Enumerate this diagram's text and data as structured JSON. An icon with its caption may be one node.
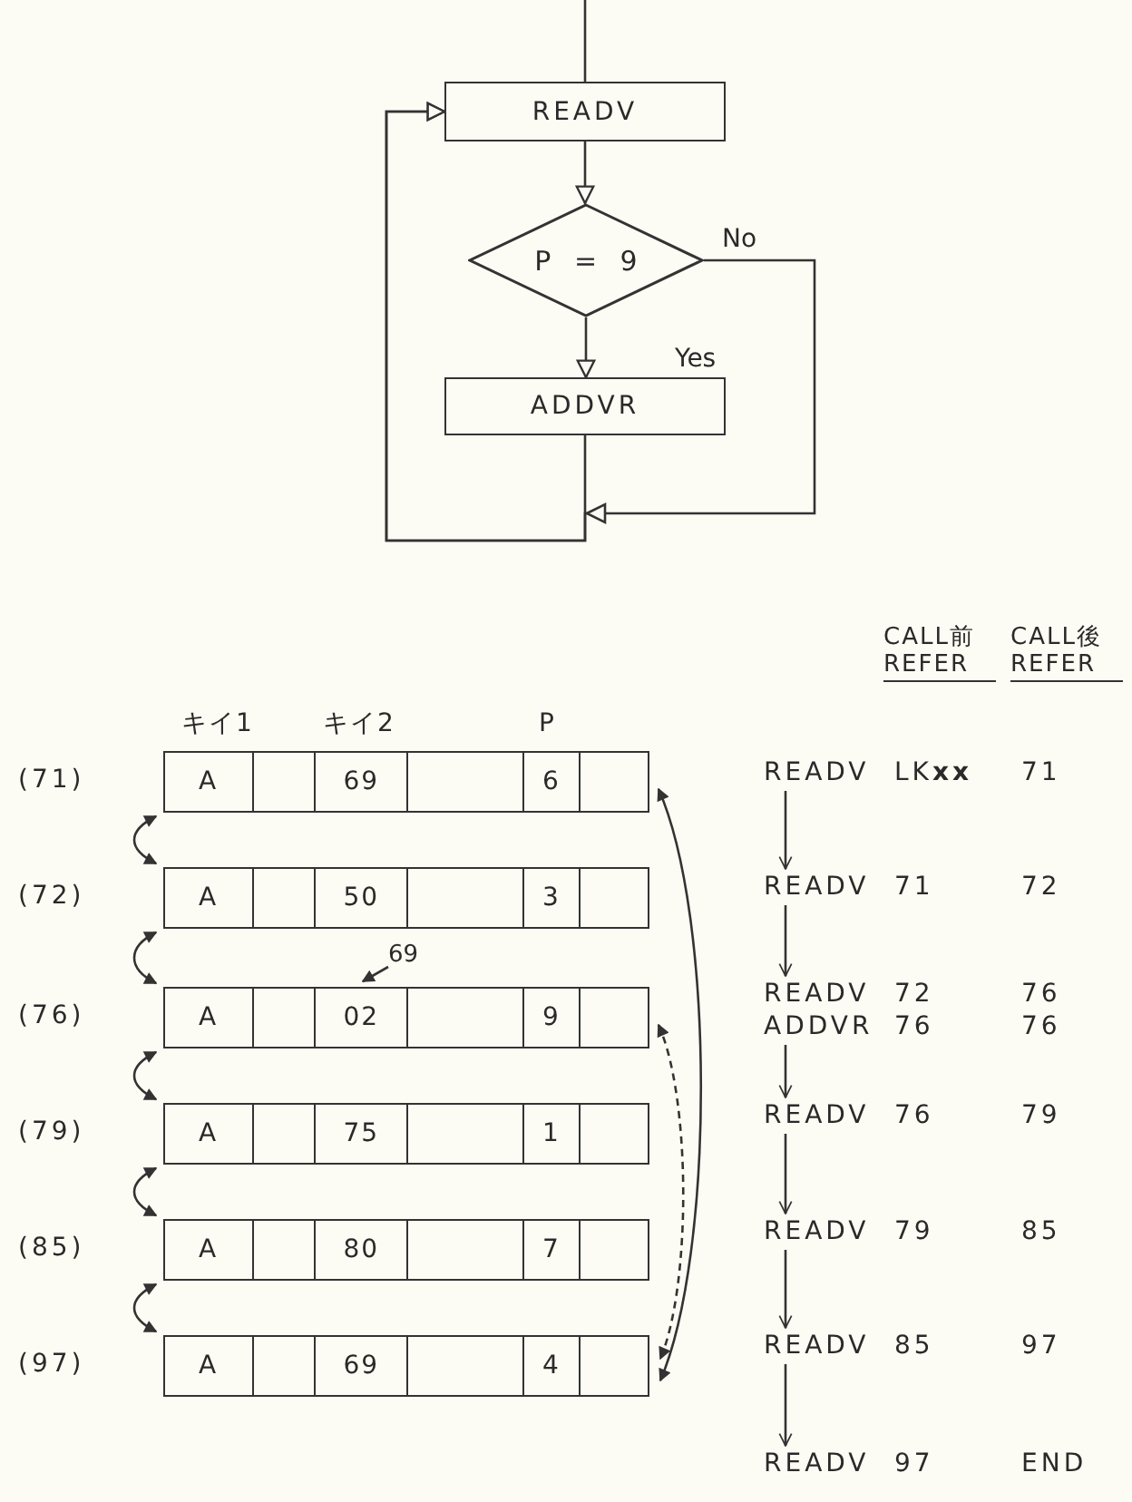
{
  "diagram": {
    "nodes": [
      {
        "text": [
          "READV"
        ]
      },
      {
        "text": [
          "P = 9"
        ]
      },
      {
        "text": [
          "ADDVR"
        ]
      },
      {
        "text": [
          "A",
          "69",
          "6"
        ],
        "beside": [
          "(71)"
        ]
      },
      {
        "text": [
          "A",
          "50",
          "3"
        ],
        "beside": [
          "(72)"
        ]
      },
      {
        "text": [
          "A",
          "02",
          "9"
        ],
        "beside": [
          "(76)"
        ]
      },
      {
        "text": [
          "A",
          "75",
          "1"
        ],
        "beside": [
          "(79)"
        ]
      },
      {
        "text": [
          "A",
          "80",
          "7"
        ],
        "beside": [
          "(85)"
        ]
      },
      {
        "text": [
          "A",
          "69",
          "4"
        ],
        "beside": [
          "(97)"
        ]
      },
      {
        "text": [
          "69"
        ]
      },
      {
        "text": [
          "READV",
          "LK**xx**",
          "71"
        ]
      },
      {
        "text": [
          "READV",
          "71",
          "72"
        ]
      },
      {
        "text": [
          "READV",
          "72",
          "76",
          "ADDVR",
          "76",
          "76"
        ]
      },
      {
        "text": [
          "READV",
          "76",
          "79"
        ]
      },
      {
        "text": [
          "READV",
          "79",
          "85"
        ]
      },
      {
        "text": [
          "READV",
          "85",
          "97"
        ]
      },
      {
        "text": [
          "READV",
          "97",
          "END"
        ]
      }
    ],
    "edges": [
      {
        "from": null,
        "to": 0,
        "arrow": "none"
      },
      {
        "from": 0,
        "to": 1,
        "arrow": "to"
      },
      {
        "from": 1,
        "to": 2,
        "arrow": "to",
        "label": "Yes"
      },
      {
        "from": 1,
        "to": 0,
        "arrow": "to",
        "label": "No"
      },
      {
        "from": 2,
        "to": 0,
        "arrow": "to"
      },
      {
        "from": 3,
        "to": 4,
        "arrow": "both"
      },
      {
        "from": 4,
        "to": 5,
        "arrow": "both"
      },
      {
        "from": 5,
        "to": 6,
        "arrow": "both"
      },
      {
        "from": 6,
        "to": 7,
        "arrow": "both"
      },
      {
        "from": 7,
        "to": 8,
        "arrow": "both"
      },
      {
        "from": 8,
        "to": 3,
        "arrow": "both"
      },
      {
        "from": 5,
        "to": 8,
        "arrow": "both",
        "style": "dashed"
      },
      {
        "from": 9,
        "to": 5,
        "arrow": "to"
      },
      {
        "from": 10,
        "to": 11,
        "arrow": "to"
      },
      {
        "from": 11,
        "to": 12,
        "arrow": "to"
      },
      {
        "from": 12,
        "to": 13,
        "arrow": "to"
      },
      {
        "from": 13,
        "to": 14,
        "arrow": "to"
      },
      {
        "from": 14,
        "to": 15,
        "arrow": "to"
      },
      {
        "from": 15,
        "to": 16,
        "arrow": "to"
      }
    ],
    "labels": [
      "キイ1",
      "キイ2",
      "P",
      "CALL前 REFER",
      "CALL後 REFER"
    ]
  }
}
